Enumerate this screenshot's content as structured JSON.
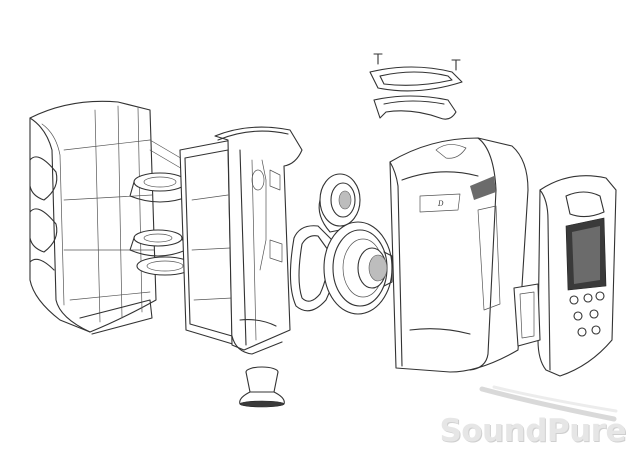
{
  "figure": {
    "kind": "exploded-view line drawing",
    "colors": {
      "line": "#333333",
      "background": "#ffffff",
      "watermark": "#e6e6e6"
    }
  },
  "watermark": {
    "text": "SoundPure"
  },
  "badge": {
    "text": "D"
  }
}
